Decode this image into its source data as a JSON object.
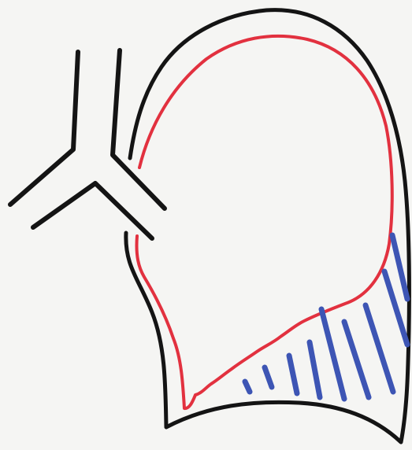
{
  "diagram": {
    "colors": {
      "background": "#f5f5f3",
      "pleura_outline": "#141414",
      "lung_outline": "#e2313f",
      "effusion_hatching": "#3d55b4"
    },
    "parts": [
      {
        "id": "trachea-bronchus",
        "stroke": "black"
      },
      {
        "id": "pleural-cavity-outline",
        "stroke": "black"
      },
      {
        "id": "lung-outline",
        "stroke": "red"
      },
      {
        "id": "effusion-hatching",
        "stroke": "blue"
      }
    ]
  }
}
